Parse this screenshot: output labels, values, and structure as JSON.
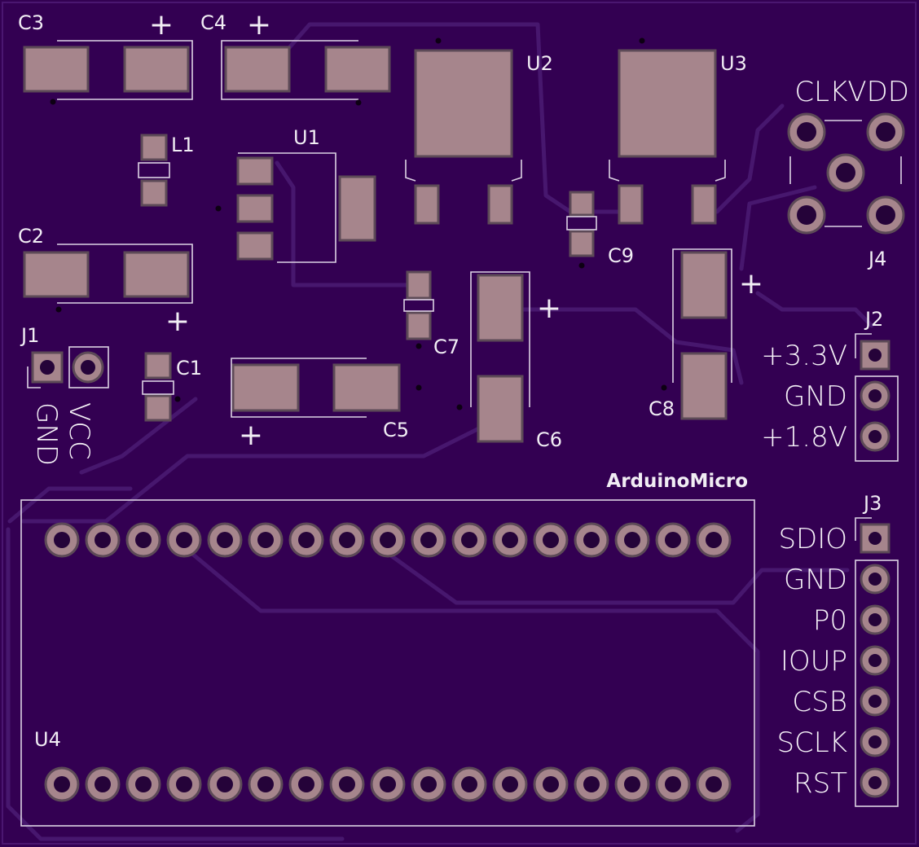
{
  "board": {
    "title": "ArduinoMicro",
    "colors": {
      "board": "#330052",
      "silk": "#ddd2e4",
      "pad": "#a6858c",
      "trace": "#47176e"
    }
  },
  "components": {
    "c3": "C3",
    "c4": "C4",
    "c2": "C2",
    "c1": "C1",
    "c5": "C5",
    "c6": "C6",
    "c7": "C7",
    "c8": "C8",
    "c9": "C9",
    "l1": "L1",
    "u1": "U1",
    "u2": "U2",
    "u3": "U3",
    "u4": "U4",
    "j1": "J1",
    "j2": "J2",
    "j3": "J3",
    "j4": "J4"
  },
  "polarity_mark": "+",
  "j1_pins": [
    "GND",
    "VCC"
  ],
  "j4_label": "CLKVDD",
  "j2_pins": [
    "+3.3V",
    "GND",
    "+1.8V"
  ],
  "j3_pins": [
    "SDIO",
    "GND",
    "P0",
    "IOUP",
    "CSB",
    "SCLK",
    "RST"
  ],
  "header_u4": {
    "pins_per_row": 17
  }
}
